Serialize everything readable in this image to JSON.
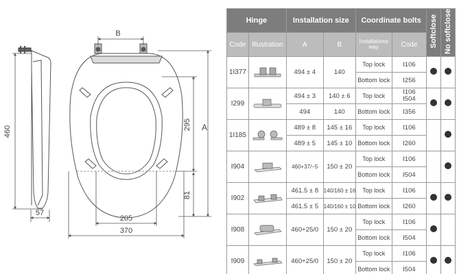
{
  "drawing": {
    "dim_b": "B",
    "dim_a": "A",
    "dim_460": "460",
    "dim_295": "295",
    "dim_81": "81",
    "dim_57": "57",
    "dim_205": "205",
    "dim_370": "370"
  },
  "table": {
    "groups": {
      "hinge": "Hinge",
      "installation": "Installation size",
      "coordinate": "Coordinate bolts"
    },
    "vertical": {
      "softclose": "Softclose",
      "no_softclose": "No softclose"
    },
    "columns": {
      "code": "Code",
      "illustration": "Illustration",
      "a": "A",
      "b": "B",
      "way": "Installations way",
      "bolt_code": "Code"
    },
    "rows": [
      {
        "code": "1I377",
        "a1": "494 ± 4",
        "b1": "140",
        "lock1": "Top lock",
        "bolt1": "I106",
        "lock2": "Bottom lock",
        "bolt2": "I256"
      },
      {
        "code": "I299",
        "a1": "494 ± 3",
        "b1": "140 ± 6",
        "a2": "494",
        "b2": "140",
        "lock1": "Top lock",
        "bolt1": "I106",
        "lock2": "Bottom lock",
        "bolt2a": "I504",
        "bolt2b": "I356"
      },
      {
        "code": "1I185",
        "a1": "489 ± 8",
        "b1": "145 ± 16",
        "a2": "489 ± 5",
        "b2": "145 ± 10",
        "lock1": "Top lock",
        "bolt1": "I106",
        "lock2": "Bottom lock",
        "bolt2": "I260"
      },
      {
        "code": "I904",
        "a1": "460+37/−5",
        "b1": "150 ± 20",
        "lock1": "Top lock",
        "bolt1": "I106",
        "lock2": "Bottom lock",
        "bolt2": "I504"
      },
      {
        "code": "I902",
        "a1": "461.5 ± 8",
        "b1": "140/160 ± 16",
        "a2": "461.5 ± 5",
        "b2": "140/160 ± 10",
        "lock1": "Top lock",
        "bolt1": "I106",
        "lock2": "Bottom lock",
        "bolt2": "I260"
      },
      {
        "code": "I908",
        "a1": "460+25/0",
        "b1": "150 ± 20",
        "lock1": "Top lock",
        "bolt1": "I106",
        "lock2": "Bottom lock",
        "bolt2": "I504"
      },
      {
        "code": "I909",
        "a1": "460+25/0",
        "b1": "150 ± 20",
        "lock1": "Top lock",
        "bolt1": "I106",
        "lock2": "Bottom lock",
        "bolt2": "I504"
      }
    ]
  }
}
